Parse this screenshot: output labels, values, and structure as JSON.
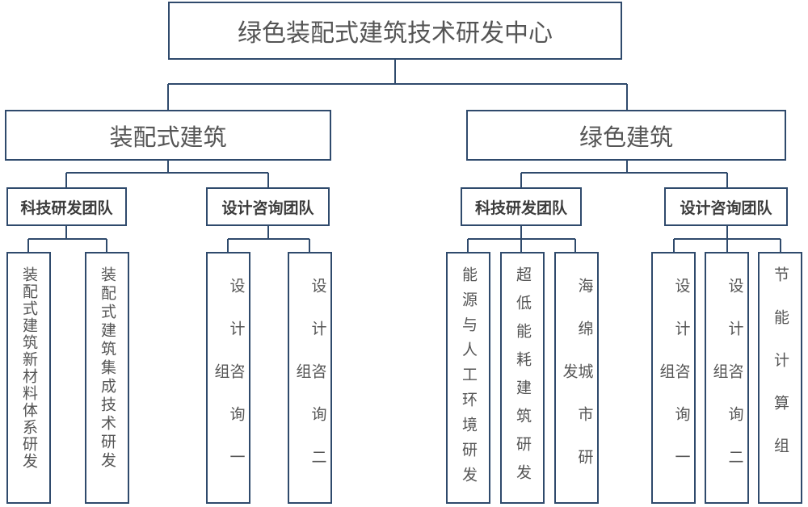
{
  "root": "绿色装配式建筑技术研发中心",
  "branches": [
    {
      "label": "装配式建筑",
      "teams": [
        {
          "label": "科技研发团队",
          "groups": [
            "装配式建筑新材料体系研发",
            "装配式建筑集成技术研发"
          ]
        },
        {
          "label": "设计咨询团队",
          "groups": [
            "设计咨询一组",
            "设计咨询二组"
          ]
        }
      ]
    },
    {
      "label": "绿色建筑",
      "teams": [
        {
          "label": "科技研发团队",
          "groups": [
            "能源与人工环境研发",
            "超低能耗建筑研发",
            "海绵城市研发"
          ]
        },
        {
          "label": "设计咨询团队",
          "groups": [
            "设计咨询一组",
            "设计咨询二组",
            "节能计算组"
          ]
        }
      ]
    }
  ],
  "colors": {
    "border": "#2f4a6c",
    "line": "#2f4a6c"
  }
}
